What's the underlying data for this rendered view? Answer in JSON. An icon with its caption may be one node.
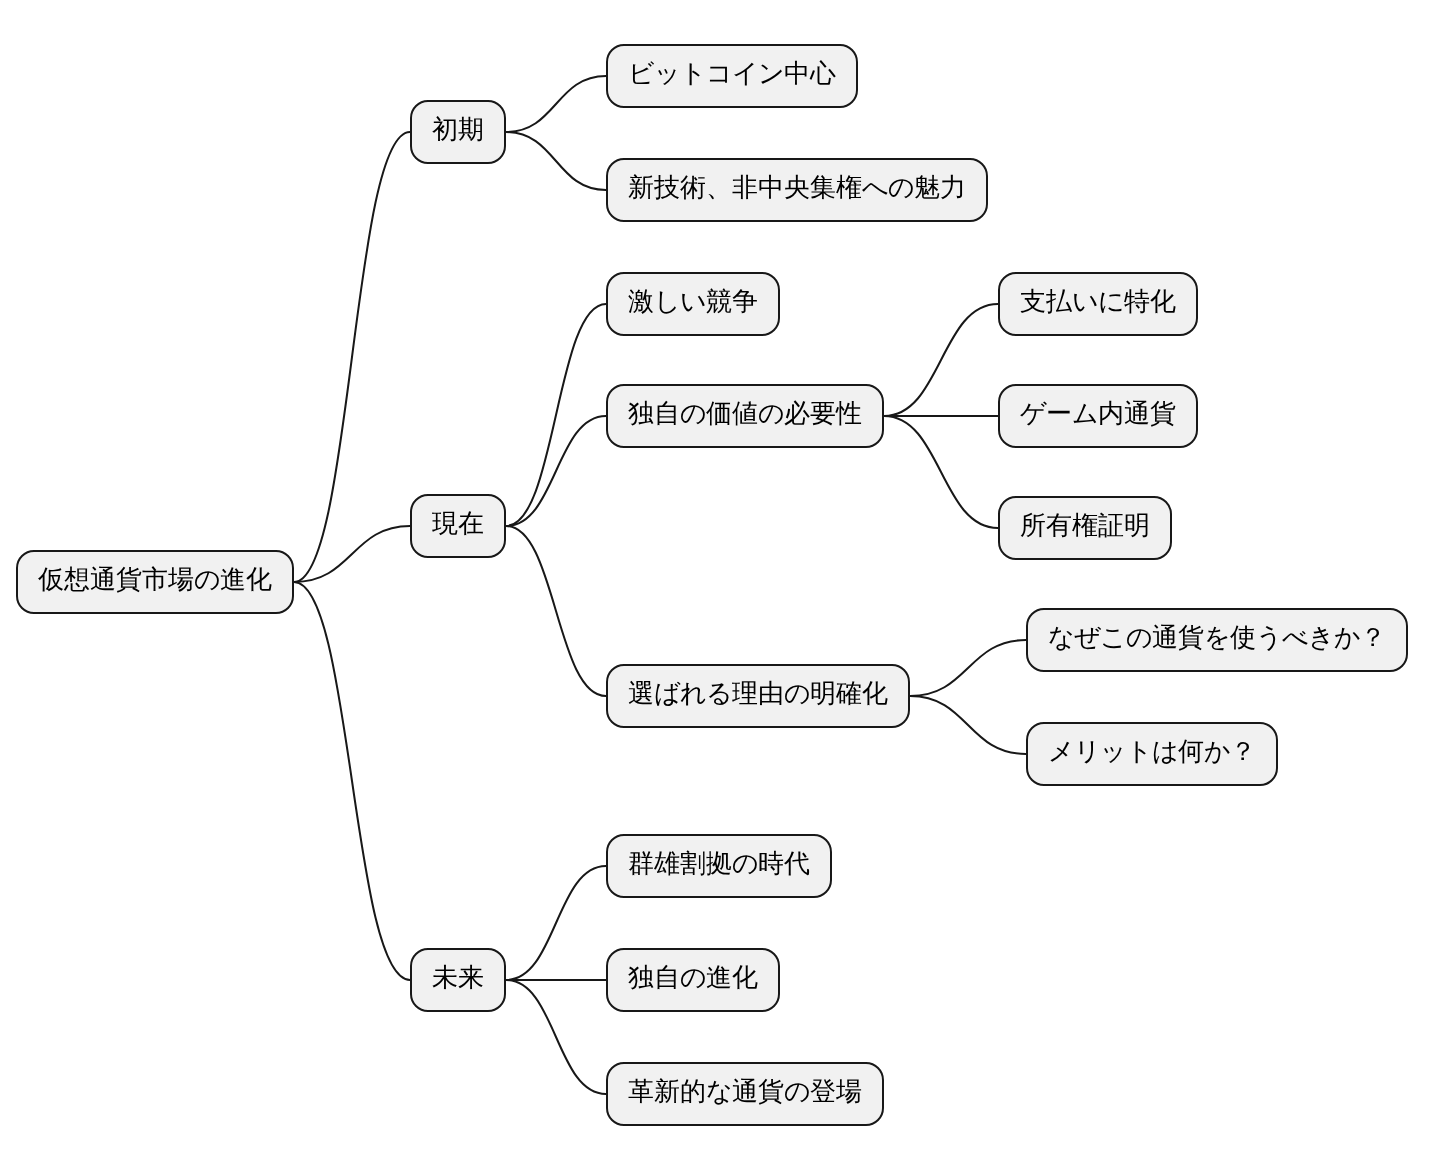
{
  "diagram": {
    "nodes": [
      {
        "text": [
          "仮想通貨市場の進化"
        ]
      },
      {
        "text": [
          "初期"
        ]
      },
      {
        "text": [
          "ビットコイン中心"
        ]
      },
      {
        "text": [
          "新技術、非中央集権への魅力"
        ]
      },
      {
        "text": [
          "現在"
        ]
      },
      {
        "text": [
          "激しい競争"
        ]
      },
      {
        "text": [
          "独自の価値の必要性"
        ]
      },
      {
        "text": [
          "支払いに特化"
        ]
      },
      {
        "text": [
          "ゲーム内通貨"
        ]
      },
      {
        "text": [
          "所有権証明"
        ]
      },
      {
        "text": [
          "選ばれる理由の明確化"
        ]
      },
      {
        "text": [
          "なぜこの通貨を使うべきか？"
        ]
      },
      {
        "text": [
          "メリットは何か？"
        ]
      },
      {
        "text": [
          "未来"
        ]
      },
      {
        "text": [
          "群雄割拠の時代"
        ]
      },
      {
        "text": [
          "独自の進化"
        ]
      },
      {
        "text": [
          "革新的な通貨の登場"
        ]
      }
    ],
    "edges": [
      {
        "from": 0,
        "to": 1,
        "arrow": "none"
      },
      {
        "from": 1,
        "to": 2,
        "arrow": "none"
      },
      {
        "from": 1,
        "to": 3,
        "arrow": "none"
      },
      {
        "from": 0,
        "to": 4,
        "arrow": "none"
      },
      {
        "from": 4,
        "to": 5,
        "arrow": "none"
      },
      {
        "from": 4,
        "to": 6,
        "arrow": "none"
      },
      {
        "from": 6,
        "to": 7,
        "arrow": "none"
      },
      {
        "from": 6,
        "to": 8,
        "arrow": "none"
      },
      {
        "from": 6,
        "to": 9,
        "arrow": "none"
      },
      {
        "from": 4,
        "to": 10,
        "arrow": "none"
      },
      {
        "from": 10,
        "to": 11,
        "arrow": "none"
      },
      {
        "from": 10,
        "to": 12,
        "arrow": "none"
      },
      {
        "from": 0,
        "to": 13,
        "arrow": "none"
      },
      {
        "from": 13,
        "to": 14,
        "arrow": "none"
      },
      {
        "from": 13,
        "to": 15,
        "arrow": "none"
      },
      {
        "from": 13,
        "to": 16,
        "arrow": "none"
      }
    ]
  }
}
